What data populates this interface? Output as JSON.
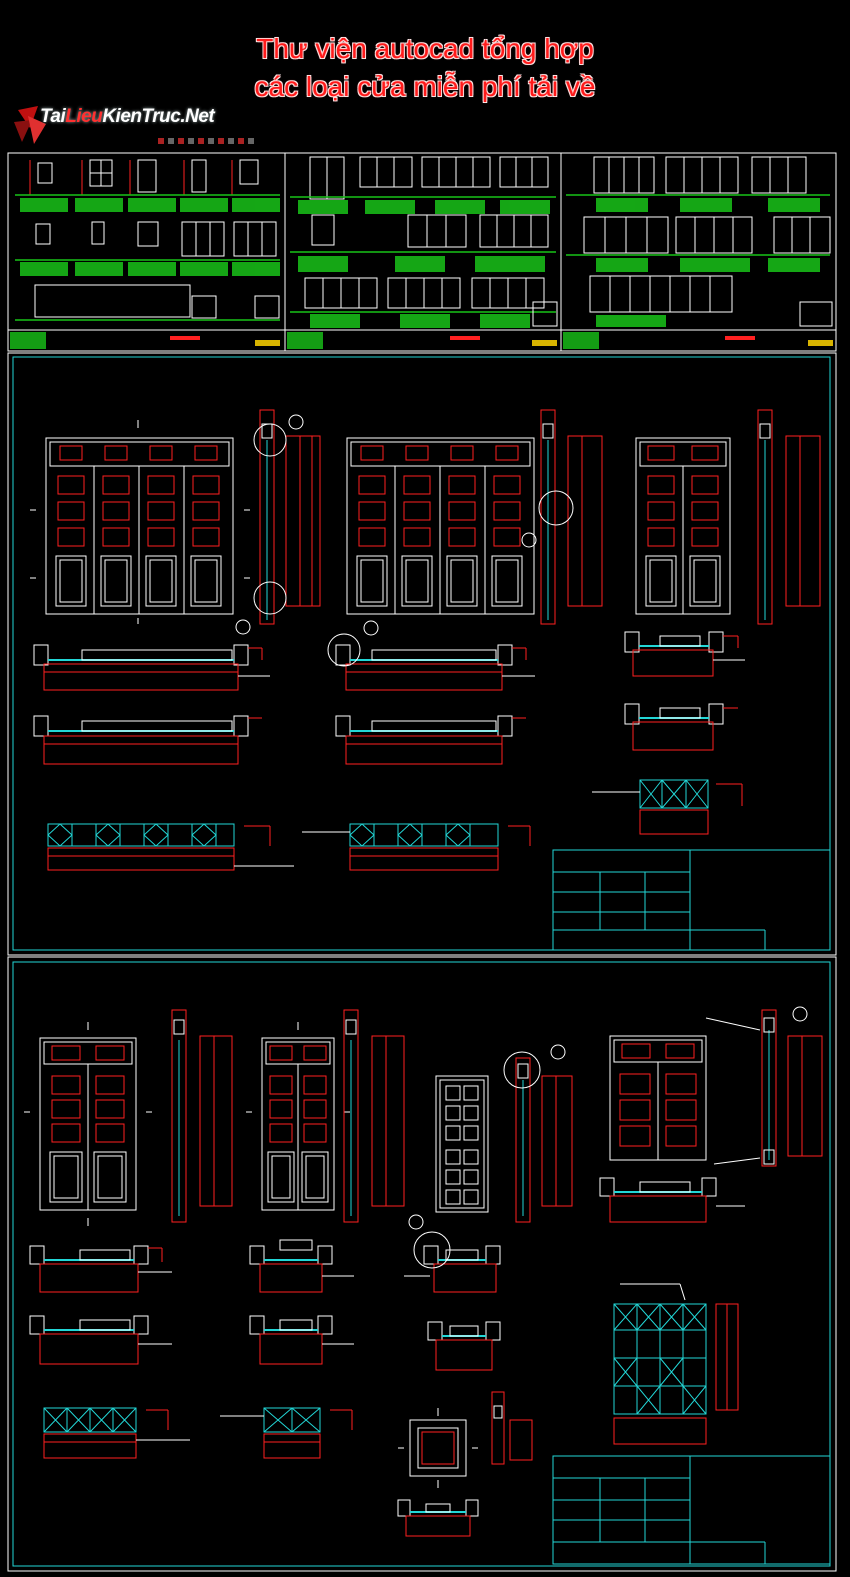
{
  "title": {
    "line1": "Thư viện autocad tổng hợp",
    "line2": "các loại cửa miễn phí tải về"
  },
  "logo": {
    "brand_part1": "Tai",
    "brand_part2": "Lieu",
    "brand_part3": "KienTruc.Net"
  },
  "colors": {
    "red": "#ff2020",
    "white": "#ffffff",
    "cyan": "#22d6d6",
    "green": "#19c419",
    "gold": "#d8b400"
  }
}
